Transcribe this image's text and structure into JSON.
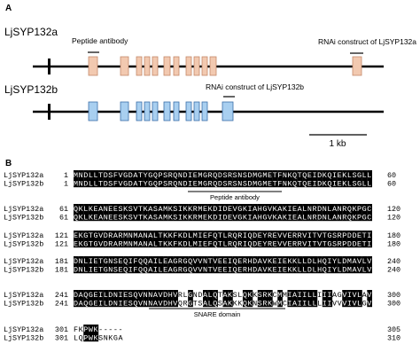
{
  "panel_a": {
    "letter": "A",
    "genes": [
      {
        "name": "LjSYP132a",
        "color": "#f2c9b0",
        "stroke": "#c4896a",
        "exon_count": 12,
        "peptide_label": "Peptide antibody",
        "rnai_label": "RNAi construct of LjSYP132a"
      },
      {
        "name": "LjSYP132b",
        "color": "#a8cff0",
        "stroke": "#3b6fa8",
        "exon_count": 11,
        "rnai_label": "RNAi construct of LjSYP132b"
      }
    ],
    "scale_label": "1 kb"
  },
  "panel_b": {
    "letter": "B",
    "blocks": [
      {
        "rows": [
          {
            "name": "LjSYP132a",
            "start": "1",
            "seq": "MNDLLTDSFVGDATYGQPSRQNDIEMGRQDSRSNSDMGMETFNKQTQEIDKQIEKLSGLL",
            "end": "60"
          },
          {
            "name": "LjSYP132b",
            "start": "1",
            "seq": "MNDLLTDSFVGDATYGQPSRQNDIEMGRQDSRSNSDMGMETFNKQTQEIDKQIEKLSGLL",
            "end": "60"
          }
        ],
        "annotation": "Peptide antibody"
      },
      {
        "rows": [
          {
            "name": "LjSYP132a",
            "start": "61",
            "seq": "QKLKEANEESKSVTKASAMKSIKKRMEKDIDEVGKIAHGVKAKIEALNRDNLANRQKPGC",
            "end": "120"
          },
          {
            "name": "LjSYP132b",
            "start": "61",
            "seq": "QKLKEANEESKSVTKASAMKSIKKRMEKDIDEVGKIAHGVKAKIEALNRDNLANRQKPGC",
            "end": "120"
          }
        ]
      },
      {
        "rows": [
          {
            "name": "LjSYP132a",
            "start": "121",
            "seq": "EKGTGVDRARMNMANALTKKFKDLMIEFQTLRQRIQDEYREVVERRVITVTGSRPDDETI",
            "end": "180"
          },
          {
            "name": "LjSYP132b",
            "start": "121",
            "seq": "EKGTGVDRARMNMANALTKKFKDLMIEFQTLRQRIQDEYREVVERRVITVTGSRPDDETI",
            "end": "180"
          }
        ]
      },
      {
        "rows": [
          {
            "name": "LjSYP132a",
            "start": "181",
            "seq": "DNLIETGNSEQIFQQAILEAGRGQVVNTVEEIQERHDAVKEIEKKLLDLHQIYLDMAVLV",
            "end": "240"
          },
          {
            "name": "LjSYP132b",
            "start": "181",
            "seq": "DNLIETGNSEQIFQQAILEAGRGQVVNTVEEIQERHDAVKEIEKKLLDLHQIYLDMAVLV",
            "end": "240"
          }
        ]
      },
      {
        "rows": [
          {
            "name": "LjSYP132a",
            "start": "241",
            "seq": "DAQGEILDNIESQVNNAVDHVRLGNDALQTAKSLQKKSRKCMMIAIILLIIIAGVIVLAV",
            "end": "300"
          },
          {
            "name": "LjSYP132b",
            "start": "241",
            "seq": "DAQGEILDNIESQVNNAVDHVQRGTSALQSAKKKQKNSRKWMCIAIILLLIIVVVIVLGV",
            "end": "300"
          }
        ],
        "annotation": "SNARE domain"
      },
      {
        "rows": [
          {
            "name": "LjSYP132a",
            "start": "301",
            "seq": "FKPWK-----",
            "end": "305"
          },
          {
            "name": "LjSYP132b",
            "start": "301",
            "seq": "LQPWKSNKGA",
            "end": "310"
          }
        ]
      }
    ]
  }
}
